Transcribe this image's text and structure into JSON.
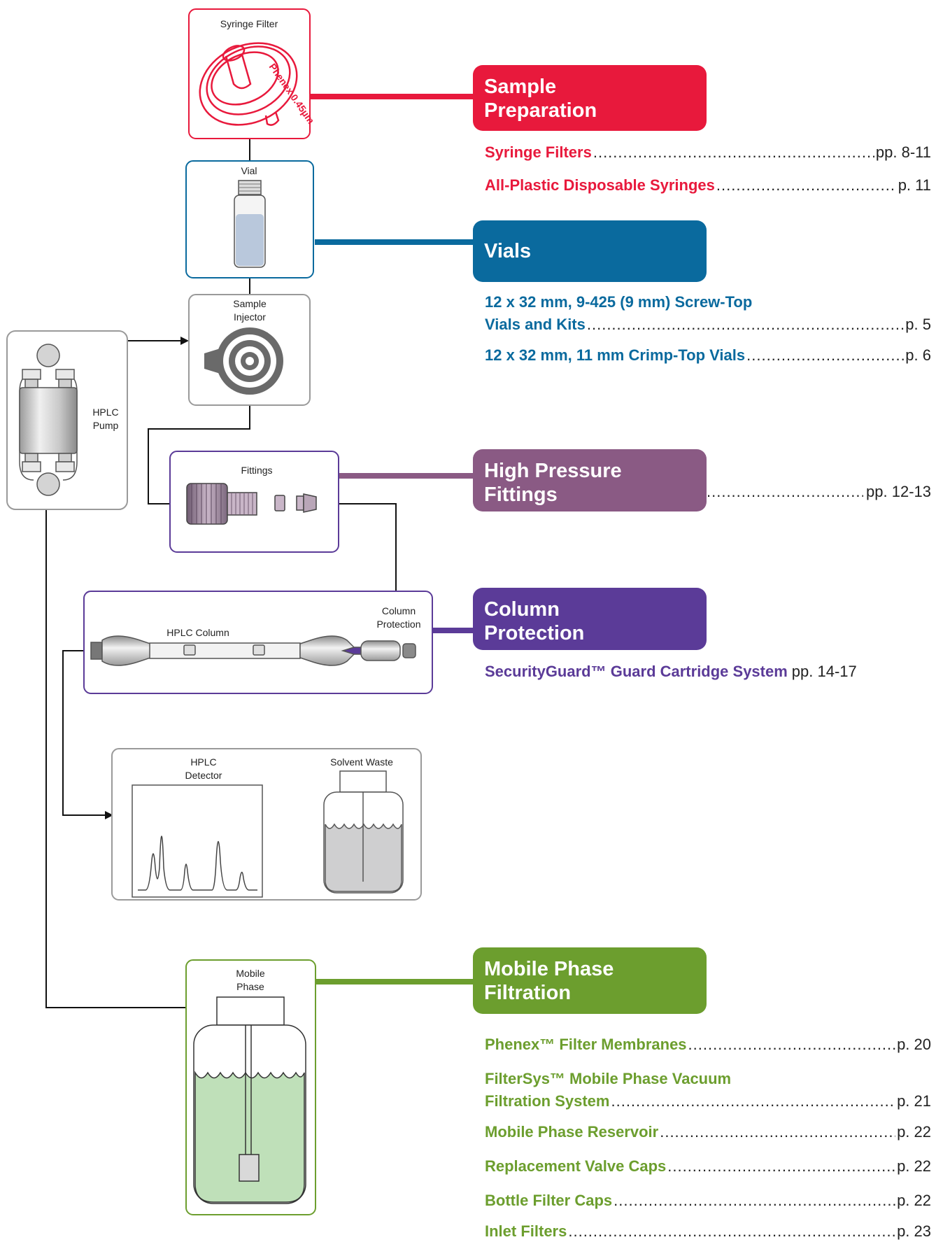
{
  "colors": {
    "sample_prep": "#e8193c",
    "vials": "#0a6a9e",
    "fittings": "#8a5a84",
    "column_protection": "#5b3b98",
    "mobile_phase": "#6c9e2e",
    "outline_gray": "#9a9a9a"
  },
  "components": {
    "syringe_filter": "Syringe Filter",
    "syringe_filter_print": "Phenex 0.45µm",
    "vial": "Vial",
    "sample_injector_line1": "Sample",
    "sample_injector_line2": "Injector",
    "hplc_pump_line1": "HPLC",
    "hplc_pump_line2": "Pump",
    "fittings": "Fittings",
    "hplc_column": "HPLC Column",
    "column_protection_line1": "Column",
    "column_protection_line2": "Protection",
    "hplc_detector_line1": "HPLC",
    "hplc_detector_line2": "Detector",
    "solvent_waste": "Solvent Waste",
    "mobile_phase_line1": "Mobile",
    "mobile_phase_line2": "Phase"
  },
  "sections": {
    "sample_preparation": {
      "title_line1": "Sample",
      "title_line2": "Preparation",
      "items": [
        {
          "title": "Syringe Filters",
          "page": "pp. 8-11"
        },
        {
          "title": "All-Plastic Disposable Syringes",
          "page": "p. 11"
        }
      ]
    },
    "vials": {
      "title": "Vials",
      "items": [
        {
          "title_line1": "12 x 32 mm, 9-425 (9 mm) Screw-Top",
          "title_line2": "Vials and Kits",
          "page": "p. 5"
        },
        {
          "title": "12 x 32 mm, 11 mm Crimp-Top Vials",
          "page": "p. 6"
        }
      ]
    },
    "high_pressure_fittings": {
      "title_line1": "High Pressure",
      "title_line2": "Fittings",
      "page": "pp. 12-13"
    },
    "column_protection": {
      "title_line1": "Column",
      "title_line2": "Protection",
      "items": [
        {
          "title": "SecurityGuard™ Guard Cartridge System",
          "page": "pp. 14-17"
        }
      ]
    },
    "mobile_phase_filtration": {
      "title_line1": "Mobile Phase",
      "title_line2": "Filtration",
      "items": [
        {
          "title": "Phenex™ Filter Membranes",
          "page": "p. 20"
        },
        {
          "title_line1": "FilterSys™ Mobile Phase Vacuum",
          "title_line2": "Filtration System",
          "page": "p. 21"
        },
        {
          "title": "Mobile Phase Reservoir",
          "page": "p. 22"
        },
        {
          "title": "Replacement Valve Caps",
          "page": "p. 22"
        },
        {
          "title": "Bottle Filter Caps",
          "page": "p. 22"
        },
        {
          "title": "Inlet Filters",
          "page": "p. 23"
        }
      ]
    }
  }
}
